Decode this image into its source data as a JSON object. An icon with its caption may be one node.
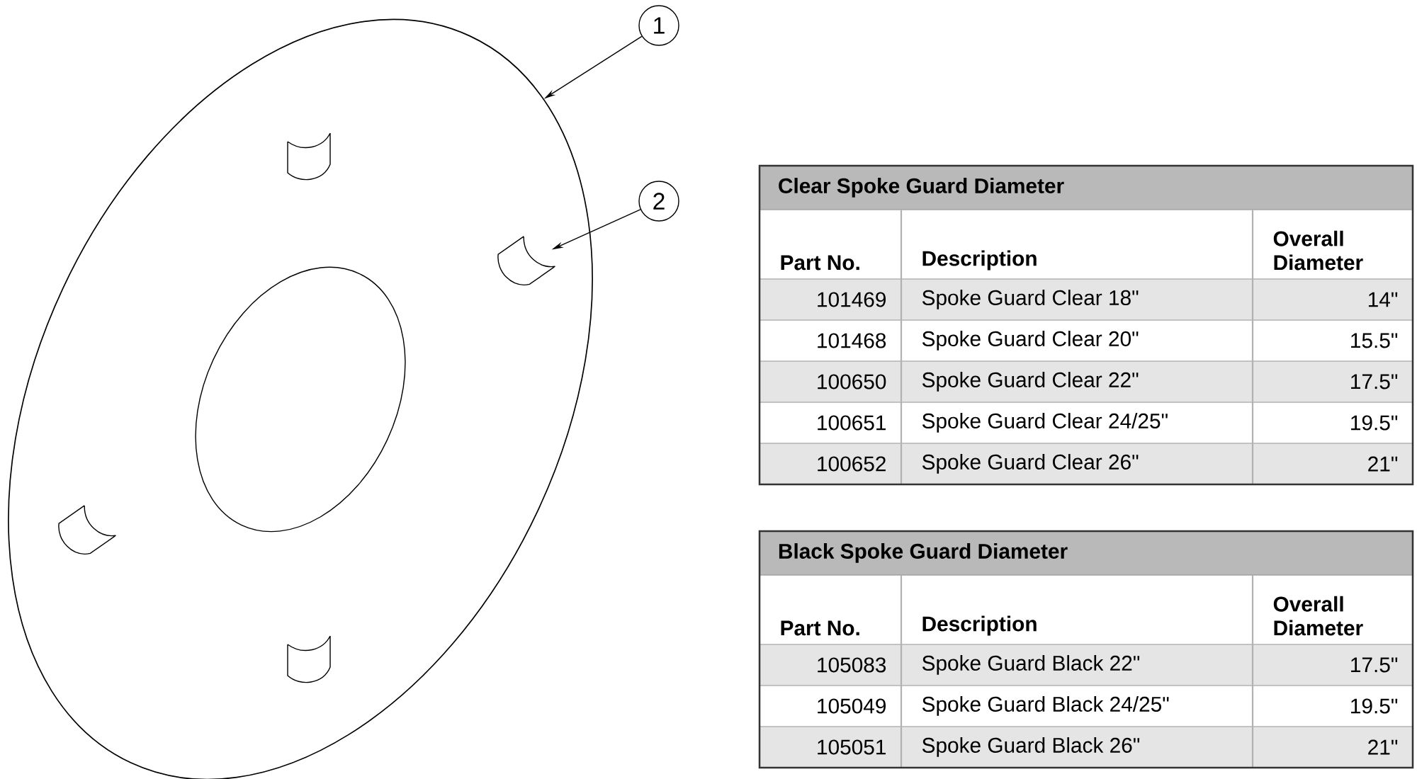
{
  "diagram": {
    "nodes": [
      {
        "text": [
          "1"
        ]
      },
      {
        "text": [
          "2"
        ]
      },
      {
        "text": [],
        "shape": "picture"
      },
      {
        "text": [],
        "shape": "picture",
        "in": 2
      }
    ],
    "edges": [
      {
        "from": 0,
        "to": 2,
        "arrow": "to"
      },
      {
        "from": 1,
        "to": 3,
        "arrow": "to"
      }
    ],
    "labels": [
      "Clear Spoke Guard Diameter",
      "Part No.",
      "Description",
      "Overall Diameter",
      "101469",
      "Spoke Guard Clear 18\"",
      "14\"",
      "101468",
      "Spoke Guard Clear 20\"",
      "15.5\"",
      "100650",
      "Spoke Guard Clear 22\"",
      "17.5\"",
      "100651",
      "Spoke Guard Clear 24/25\"",
      "19.5\"",
      "100652",
      "Spoke Guard Clear 26\"",
      "21\"",
      "Black Spoke Guard Diameter",
      "Part No.",
      "Description",
      "Overall Diameter",
      "105083",
      "Spoke Guard Black 22\"",
      "17.5\"",
      "105049",
      "Spoke Guard Black 24/25\"",
      "19.5\"",
      "105051",
      "Spoke Guard Black 26\"",
      "21\""
    ]
  }
}
